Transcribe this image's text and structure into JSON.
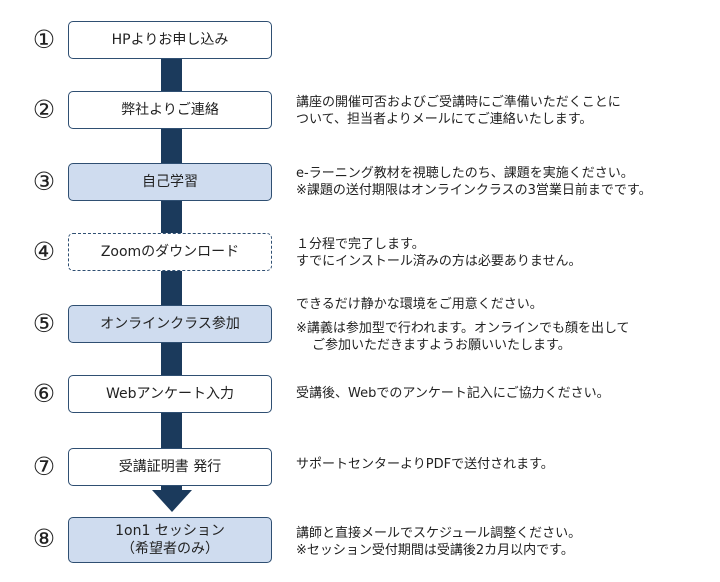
{
  "colors": {
    "arrow": "#1b3a5c",
    "box_border": "#2f4f72",
    "box_fill_highlight": "#cfdcef",
    "box_fill": "#ffffff"
  },
  "steps": [
    {
      "num": "①",
      "label": "HPよりお申し込み",
      "style": "plain",
      "desc": []
    },
    {
      "num": "②",
      "label": "弊社よりご連絡",
      "style": "plain",
      "desc": [
        "講座の開催可否およびご受講時にご準備いただくことに",
        "ついて、担当者よりメールにてご連絡いたします。"
      ]
    },
    {
      "num": "③",
      "label": "自己学習",
      "style": "filled",
      "desc": [
        "e-ラーニング教材を視聴したのち、課題を実施ください。",
        "※課題の送付期限はオンラインクラスの3営業日前までです。"
      ]
    },
    {
      "num": "④",
      "label": "Zoomのダウンロード",
      "style": "dashed",
      "desc": [
        "１分程で完了します。",
        "すでにインストール済みの方は必要ありません。"
      ]
    },
    {
      "num": "⑤",
      "label": "オンラインクラス参加",
      "style": "filled",
      "desc": [
        "できるだけ静かな環境をご用意ください。",
        "※講義は参加型で行われます。オンラインでも顔を出して",
        "ご参加いただきますようお願いいたします。"
      ]
    },
    {
      "num": "⑥",
      "label": "Webアンケート入力",
      "style": "plain",
      "desc": [
        "受講後、Webでのアンケート記入にご協力ください。"
      ]
    },
    {
      "num": "⑦",
      "label": "受講証明書 発行",
      "style": "plain",
      "desc": [
        "サポートセンターよりPDFで送付されます。"
      ]
    },
    {
      "num": "⑧",
      "label": "1on1 セッション",
      "label2": "（希望者のみ）",
      "style": "filled",
      "desc": [
        "講師と直接メールでスケジュール調整ください。",
        "※セッション受付期間は受講後2カ月以内です。"
      ]
    }
  ]
}
